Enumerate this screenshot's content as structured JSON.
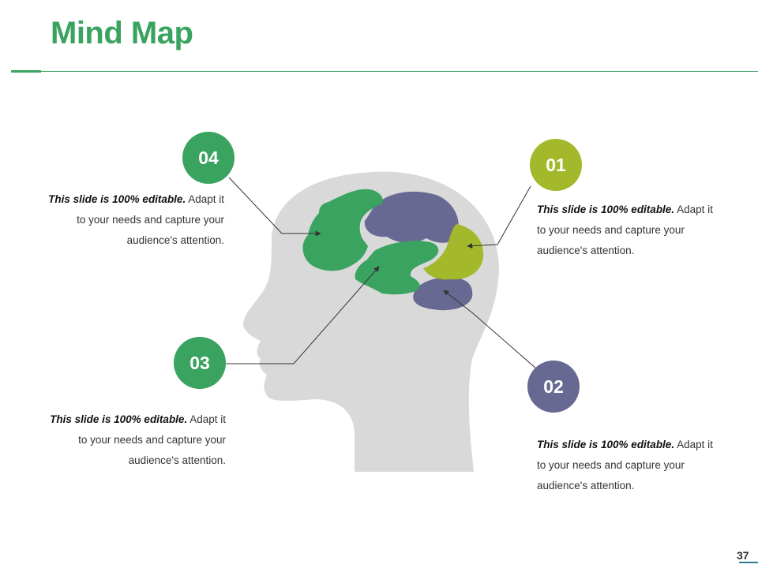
{
  "title": "Mind Map",
  "colors": {
    "green": "#3aa35f",
    "lime": "#a3b82a",
    "purple": "#676992",
    "head": "#d9d9d9"
  },
  "items": [
    {
      "number": "01",
      "bold": "This slide is 100% editable.",
      "text": " Adapt it to your needs and capture your audience's attention."
    },
    {
      "number": "02",
      "bold": "This slide is 100% editable.",
      "text": " Adapt it to your needs and capture your audience's attention."
    },
    {
      "number": "03",
      "bold": "This slide is 100% editable.",
      "text": " Adapt it to your needs and capture your audience's attention."
    },
    {
      "number": "04",
      "bold": "This slide is 100% editable.",
      "text": " Adapt it to your needs and capture your audience's attention."
    }
  ],
  "page_number": "37"
}
